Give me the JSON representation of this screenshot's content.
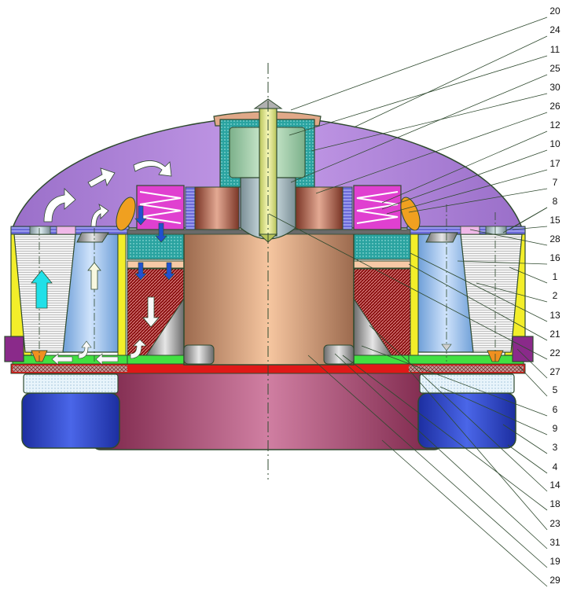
{
  "diagram": {
    "callouts": [
      {
        "number": "20",
        "target": "cap-plate"
      },
      {
        "number": "24",
        "target": "dome-cover"
      },
      {
        "number": "11",
        "target": "inner-cap"
      },
      {
        "number": "25",
        "target": "axle-sleeve"
      },
      {
        "number": "30",
        "target": "outer-cap"
      },
      {
        "number": "26",
        "target": "right-rotor-block"
      },
      {
        "number": "12",
        "target": "right-spring-block"
      },
      {
        "number": "10",
        "target": "right-spring-block"
      },
      {
        "number": "17",
        "target": "right-spring-block"
      },
      {
        "number": "7",
        "target": "right-orange-lens"
      },
      {
        "number": "8",
        "target": "right-top-bar"
      },
      {
        "number": "15",
        "target": "right-top-bar"
      },
      {
        "number": "28",
        "target": "right-pink-pad"
      },
      {
        "number": "16",
        "target": "right-blue-cone"
      },
      {
        "number": "1",
        "target": "right-outer-cone"
      },
      {
        "number": "2",
        "target": "right-blue-cone"
      },
      {
        "number": "13",
        "target": "right-teal-block"
      },
      {
        "number": "21",
        "target": "right-salmon-strip"
      },
      {
        "number": "22",
        "target": "axle"
      },
      {
        "number": "27",
        "target": "right-triangle"
      },
      {
        "number": "5",
        "target": "right-floor-strip"
      },
      {
        "number": "6",
        "target": "right-bottom-wedge"
      },
      {
        "number": "9",
        "target": "right-dotted-pad"
      },
      {
        "number": "3",
        "target": "right-tank"
      },
      {
        "number": "4",
        "target": "right-tank"
      },
      {
        "number": "14",
        "target": "central-drum"
      },
      {
        "number": "18",
        "target": "right-roller"
      },
      {
        "number": "23",
        "target": "central-drum"
      },
      {
        "number": "31",
        "target": "right-roller"
      },
      {
        "number": "19",
        "target": "central-drum"
      },
      {
        "number": "29",
        "target": "base-cylinder"
      }
    ]
  }
}
